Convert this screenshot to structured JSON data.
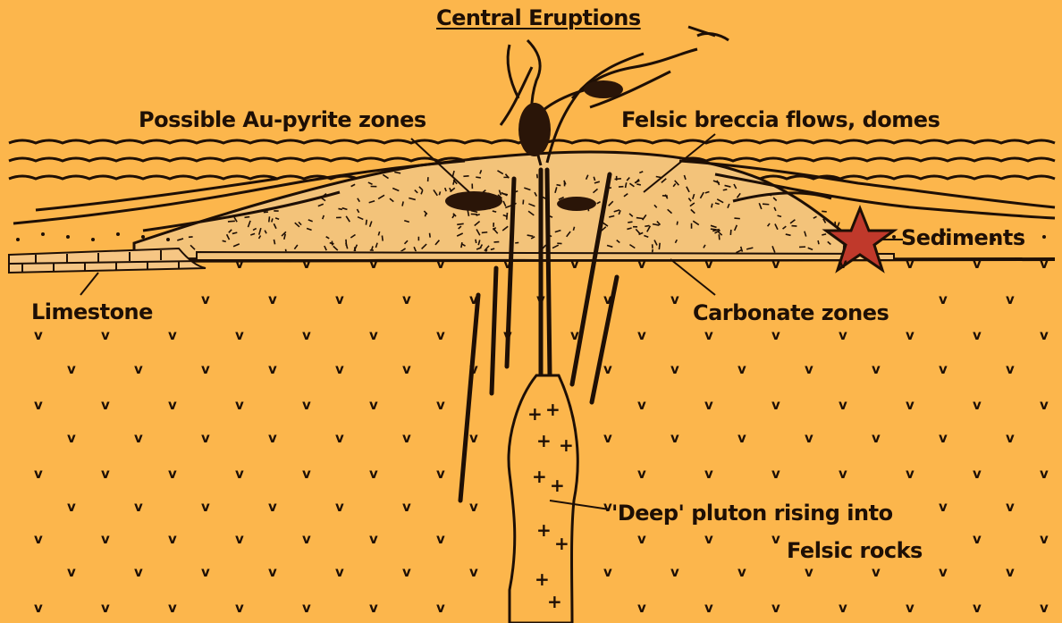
{
  "diagram": {
    "title": "Central Eruptions",
    "labels": {
      "au_pyrite": "Possible Au-pyrite zones",
      "felsic_breccia": "Felsic breccia flows, domes",
      "sediments": "Sediments",
      "limestone": "Limestone",
      "carbonate": "Carbonate zones",
      "pluton": "'Deep' pluton rising into",
      "felsic_rocks": "Felsic rocks"
    },
    "colors": {
      "background": "#fcb64c",
      "ink": "#1e0f05",
      "breccia_fill": "#f3c37a",
      "star": "#c0392b"
    },
    "symbols": {
      "felsic_marker": "v",
      "pluton_marker": "+"
    }
  }
}
